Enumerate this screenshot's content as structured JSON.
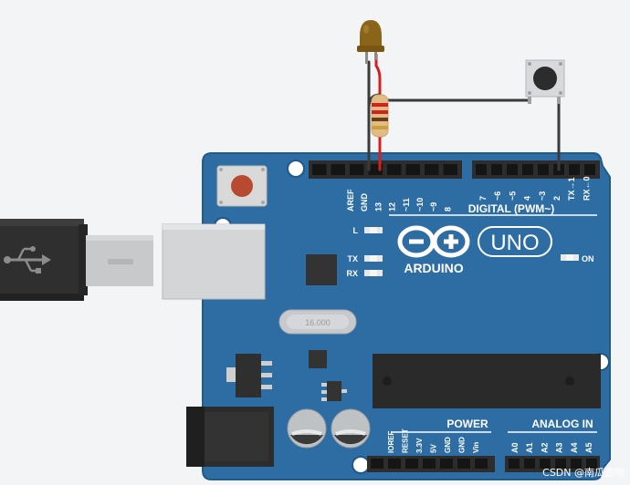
{
  "board": {
    "brand": "ARDUINO",
    "model": "UNO",
    "digital_header_label": "DIGITAL (PWM~)",
    "power_header_label": "POWER",
    "analog_header_label": "ANALOG IN",
    "led_l_label": "L",
    "led_tx_label": "TX",
    "led_rx_label": "RX",
    "on_label": "ON",
    "crystal_label": "16.000",
    "digital_pins_left": [
      "AREF",
      "GND",
      "13",
      "12",
      "~11",
      "~10",
      "~9",
      "8"
    ],
    "digital_pins_right": [
      "7",
      "~6",
      "~5",
      "4",
      "~3",
      "2",
      "TX→1",
      "RX←0"
    ],
    "power_pins": [
      "IOREF",
      "RESET",
      "3.3V",
      "5V",
      "GND",
      "GND",
      "Vin"
    ],
    "analog_pins": [
      "A0",
      "A1",
      "A2",
      "A3",
      "A4",
      "A5"
    ]
  },
  "components": [
    "led",
    "resistor",
    "pushbutton",
    "usb-cable",
    "dc-jack"
  ],
  "colors": {
    "board": "#2e6da4",
    "board_edge": "#235a8c",
    "wire_black": "#3a3a3a",
    "wire_red": "#d42020",
    "led_body": "#8a6418",
    "reset_button": "#b84a32"
  },
  "watermark": "CSDN @南瓜造物"
}
